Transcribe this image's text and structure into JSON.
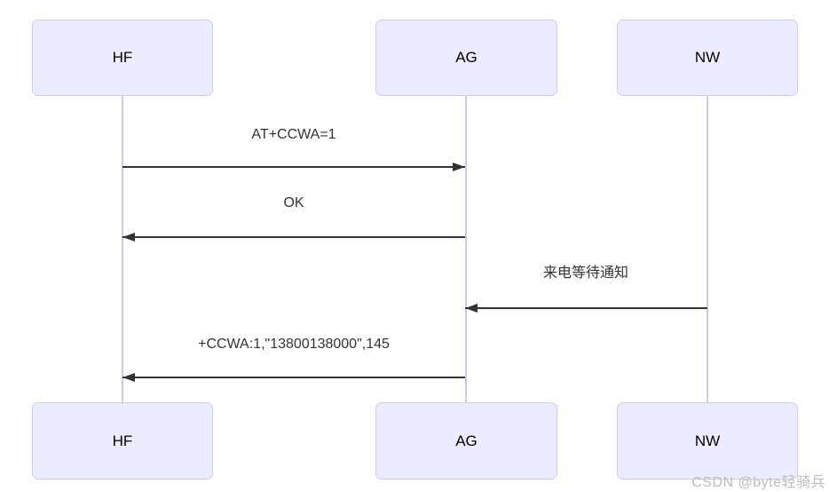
{
  "diagram": {
    "type": "sequence",
    "actors": [
      {
        "id": "HF",
        "label": "HF"
      },
      {
        "id": "AG",
        "label": "AG"
      },
      {
        "id": "NW",
        "label": "NW"
      }
    ],
    "messages": [
      {
        "from": "HF",
        "to": "AG",
        "direction": "right",
        "label": "AT+CCWA=1"
      },
      {
        "from": "AG",
        "to": "HF",
        "direction": "left",
        "label": "OK"
      },
      {
        "from": "NW",
        "to": "AG",
        "direction": "left",
        "label": "来电等待通知"
      },
      {
        "from": "AG",
        "to": "HF",
        "direction": "left",
        "label": "+CCWA:1,\"13800138000\",145"
      }
    ],
    "colors": {
      "actor_fill": "#ececff",
      "actor_border": "#ccccf0",
      "actor_text": "#000000",
      "lifeline": "#d3c5ec",
      "arrow": "#333333",
      "message_text": "#333333",
      "watermark": "#bcbcbc"
    }
  },
  "watermark": {
    "text": "CSDN @byte轻骑兵"
  }
}
